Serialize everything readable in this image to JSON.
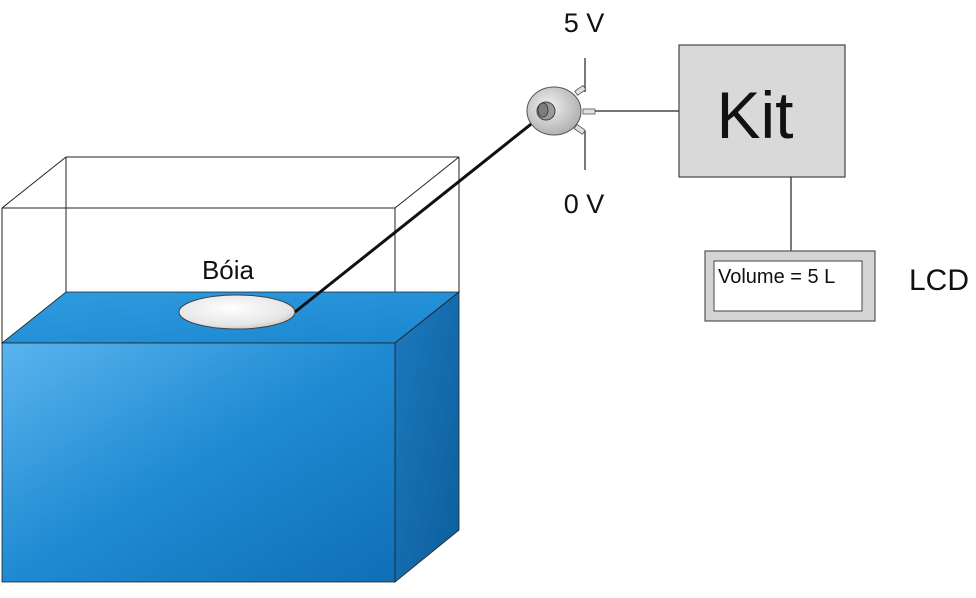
{
  "labels": {
    "boia": "Bóia",
    "v5": "5 V",
    "v0": "0 V",
    "kit": "Kit",
    "lcd_display": "Volume = 5 L",
    "lcd": "LCD"
  },
  "colors": {
    "water_front": "#1b82c8",
    "water_top": "#2a94dd",
    "water_side": "#1166a8",
    "kit_fill": "#d9d9d9",
    "lcd_fill": "#d4d4d4",
    "line": "#000000"
  },
  "icons": {
    "float": "float-ellipse-icon",
    "potentiometer": "potentiometer-icon"
  }
}
